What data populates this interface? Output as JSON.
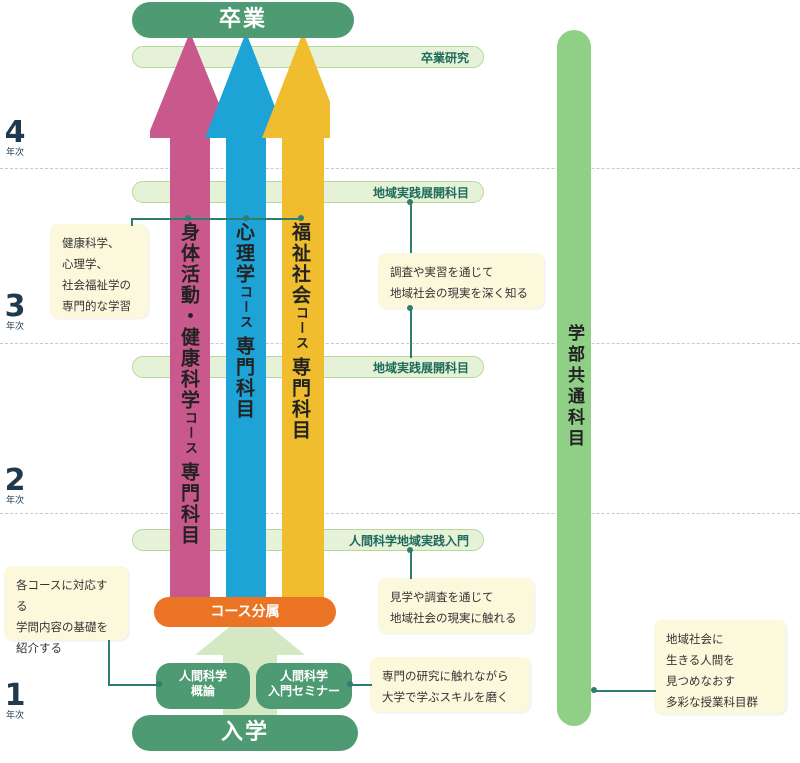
{
  "top": {
    "graduation": "卒業"
  },
  "bottom": {
    "admission": "入学"
  },
  "years": [
    {
      "num": "4",
      "suffix": "年次"
    },
    {
      "num": "3",
      "suffix": "年次"
    },
    {
      "num": "2",
      "suffix": "年次"
    },
    {
      "num": "1",
      "suffix": "年次"
    }
  ],
  "bands": {
    "graduation_research": "卒業研究",
    "regional_practice_upper": "地域実践展開科目",
    "regional_practice_lower": "地域実践展開科目",
    "intro_practice": "人間科学地域実践入門"
  },
  "courses": {
    "body": {
      "line1": "身体活動・健康科学",
      "small": "コース",
      "tail": "専門科目",
      "color": "#c9598d"
    },
    "psych": {
      "line1": "心理学",
      "small": "コース",
      "tail": "専門科目",
      "color": "#1ea3d6"
    },
    "welfare": {
      "line1": "福祉社会",
      "small": "コース",
      "tail": "専門科目",
      "color": "#f0bd2e"
    }
  },
  "course_assignment": "コース分属",
  "common": {
    "label": "学部共通科目"
  },
  "subjects": {
    "intro_human_line1": "人間科学",
    "intro_human_line2": "概論",
    "seminar_line1": "人間科学",
    "seminar_line2": "入門セミナー"
  },
  "notes": {
    "health": [
      "健康科学、",
      "心理学、",
      "社会福祉学の",
      "専門的な学習"
    ],
    "survey_practice": [
      "調査や実習を通じて",
      "地域社会の現実を深く知る"
    ],
    "observation": [
      "見学や調査を通じて",
      "地域社会の現実に触れる"
    ],
    "course_intro": [
      "各コースに対応する",
      "学問内容の基礎を",
      "紹介する"
    ],
    "seminar": [
      "専門の研究に触れながら",
      "大学で学ぶスキルを磨く"
    ],
    "common": [
      "地域社会に",
      "生きる人間を",
      "見つめなおす",
      "多彩な授業科目群"
    ]
  },
  "colors": {
    "green_dark": "#4e9a72",
    "band_fill": "#e5f2d8",
    "common_bar": "#8fcf86",
    "orange": "#ea7424",
    "entry_arrow": "#d4e8c4"
  }
}
